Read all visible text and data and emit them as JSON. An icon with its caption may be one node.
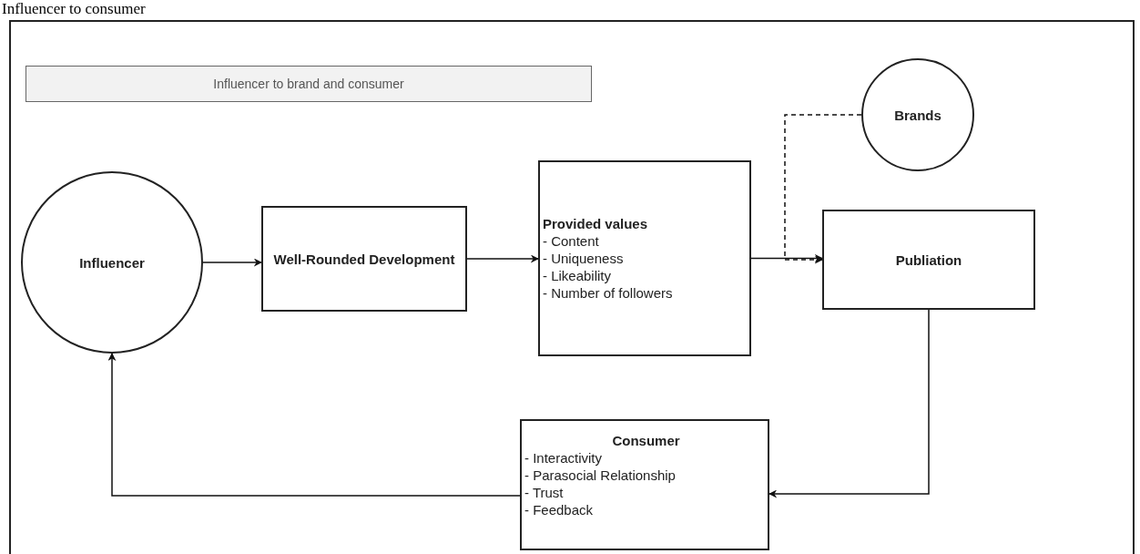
{
  "diagram": {
    "title": "Influencer to consumer",
    "nodes": [
      {
        "text": [
          "Influencer to brand and consumer"
        ]
      },
      {
        "text": [
          "Brands"
        ]
      },
      {
        "text": [
          "Influencer"
        ]
      },
      {
        "text": [
          "Well-Rounded Development"
        ]
      },
      {
        "text": [
          "Provided values",
          "- Content",
          "- Uniqueness",
          "- Likeability",
          "- Number of followers"
        ]
      },
      {
        "text": [
          "Publiation"
        ]
      },
      {
        "text": [
          "Consumer",
          "- Interactivity",
          "- Parasocial Relationship",
          "- Trust",
          "- Feedback"
        ]
      }
    ],
    "edges": [
      {
        "from": 2,
        "to": 3,
        "arrow": "to"
      },
      {
        "from": 3,
        "to": 4,
        "arrow": "to"
      },
      {
        "from": 4,
        "to": 5,
        "arrow": "to"
      },
      {
        "from": 1,
        "to": 5,
        "arrow": "to",
        "style": "dashed"
      },
      {
        "from": 5,
        "to": 6,
        "arrow": "to"
      },
      {
        "from": 6,
        "to": 2,
        "arrow": "to"
      }
    ]
  }
}
